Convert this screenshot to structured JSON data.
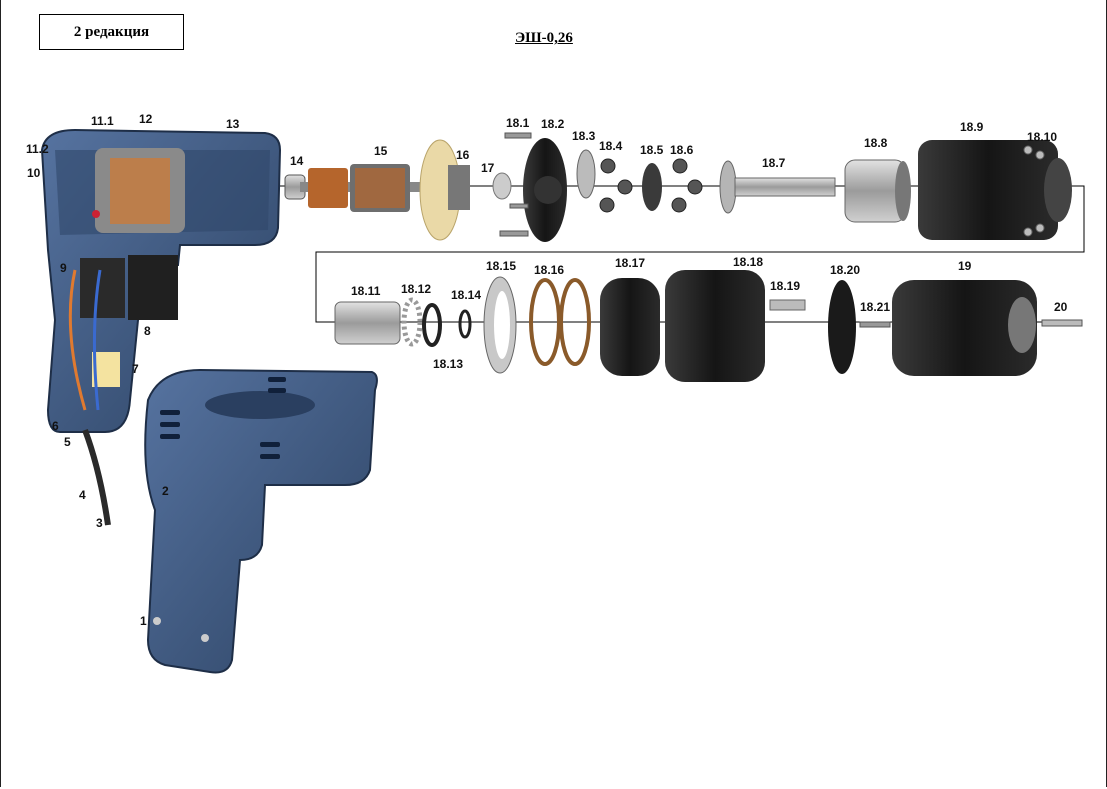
{
  "edition_label": "2 редакция",
  "model_title": "ЭШ-0,26",
  "part_labels": {
    "p1": "1",
    "p2": "2",
    "p3": "3",
    "p4": "4",
    "p5": "5",
    "p6": "6",
    "p7": "7",
    "p8": "8",
    "p9": "9",
    "p10": "10",
    "p11_1": "11.1",
    "p11_2": "11.2",
    "p12": "12",
    "p13": "13",
    "p14": "14",
    "p15": "15",
    "p16": "16",
    "p17": "17",
    "p18_1": "18.1",
    "p18_2": "18.2",
    "p18_3": "18.3",
    "p18_4": "18.4",
    "p18_5": "18.5",
    "p18_6": "18.6",
    "p18_7": "18.7",
    "p18_8": "18.8",
    "p18_9": "18.9",
    "p18_10": "18.10",
    "p18_11": "18.11",
    "p18_12": "18.12",
    "p18_13": "18.13",
    "p18_14": "18.14",
    "p18_15": "18.15",
    "p18_16": "18.16",
    "p18_17": "18.17",
    "p18_18": "18.18",
    "p18_19": "18.19",
    "p18_20": "18.20",
    "p18_21": "18.21",
    "p19": "19",
    "p20": "20"
  },
  "colors": {
    "housing_blue": "#3d5a80",
    "housing_dark": "#2c4262",
    "part_black": "#1c1c1c",
    "part_metal": "#a7a7a7",
    "copper": "#b5652c",
    "gear_cream": "#ead9a7"
  }
}
